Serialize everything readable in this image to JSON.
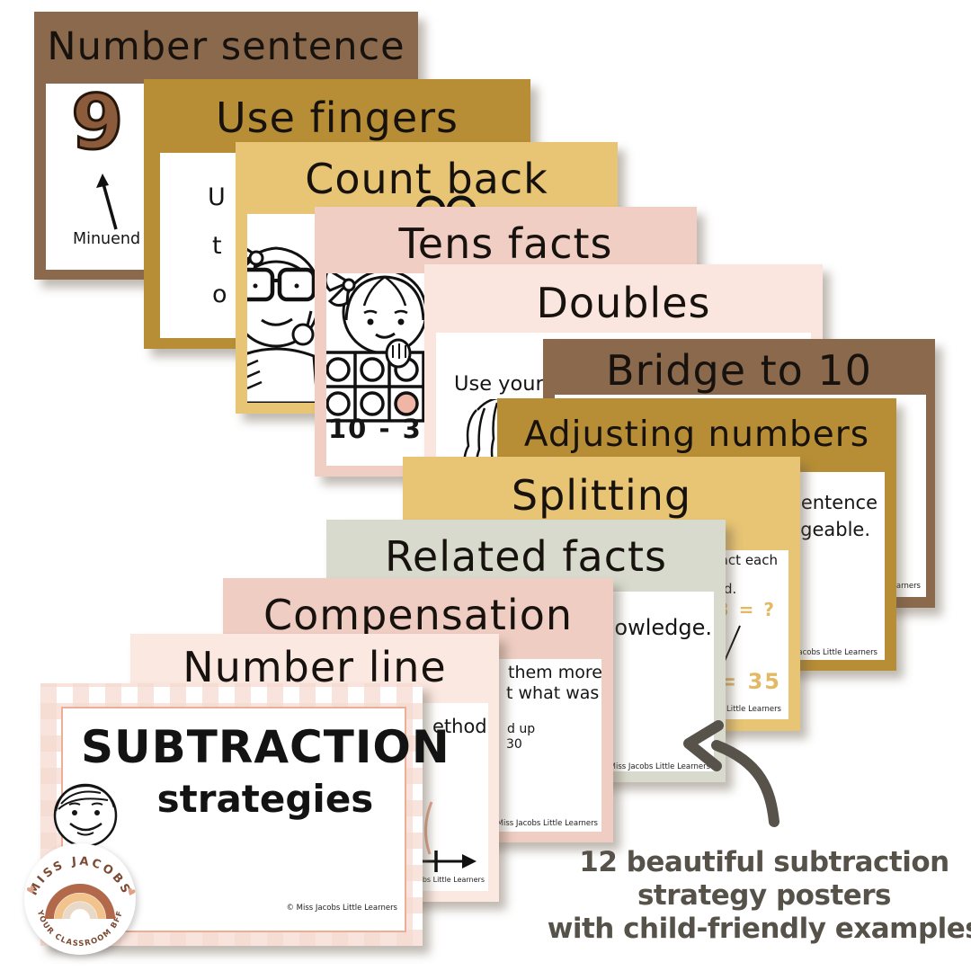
{
  "posters": [
    {
      "title": "Number sentence",
      "number": "9 -",
      "label": "Minuend"
    },
    {
      "title": "Use fingers",
      "fragments": [
        "U",
        "t",
        "o"
      ]
    },
    {
      "title": "Count back"
    },
    {
      "title": "Tens facts",
      "equation": "10 - 3"
    },
    {
      "title": "Doubles",
      "fragment": "Use your"
    },
    {
      "title": "Bridge to 10",
      "copyright": "© Miss Jacobs Little Learners"
    },
    {
      "title": "Adjusting numbers",
      "fragments": [
        "sentence",
        "ageable."
      ],
      "copyright": "© Miss Jacobs Little Learners"
    },
    {
      "title": "Splitting",
      "fragments": [
        "act each",
        "d."
      ],
      "equations": [
        "3 = ?",
        "= 35"
      ],
      "copyright": "© Miss Jacobs Little Learners"
    },
    {
      "title": "Related facts",
      "fragment": "owledge.",
      "copyright": "© Miss Jacobs Little Learners"
    },
    {
      "title": "Compensation",
      "fragments": [
        "them more",
        "t what was",
        "d up",
        "30"
      ],
      "copyright": "© Miss Jacobs Little Learners"
    },
    {
      "title": "Number line",
      "fragment": "ethod.",
      "copyright": "© Miss Jacobs Little Learners"
    },
    {
      "title_line1": "SUBTRACTION",
      "title_line2": "strategies",
      "copyright": "© Miss Jacobs Little Learners"
    }
  ],
  "caption": {
    "lines": [
      "12 beautiful subtraction",
      "strategy posters",
      "with child-friendly examples"
    ]
  },
  "logo": {
    "arc_top": "MISS JACOBS",
    "arc_bottom": "YOUR CLASSROOM BFF",
    "heart": "♥"
  },
  "colors": {
    "card_brown": "#8B694C",
    "card_gold_dark": "#B78E35",
    "card_gold_light": "#E7C575",
    "card_pink": "#F1CEC4",
    "card_pink_light": "#FAE6DE",
    "card_sage": "#D7DACD",
    "gingham_pink": "#F6DBD0",
    "gold_text": "#E2B964",
    "digit_brown": "#8B5B3B",
    "arrow": "#57534B",
    "caption_text": "#56524A",
    "logo_text_brown": "#7C4A32",
    "rainbow_outer": "#B2684A",
    "rainbow_mid": "#F2C38D",
    "rainbow_inner": "#E8D9C9",
    "ten_frame_fill": "#EFB5A5"
  }
}
